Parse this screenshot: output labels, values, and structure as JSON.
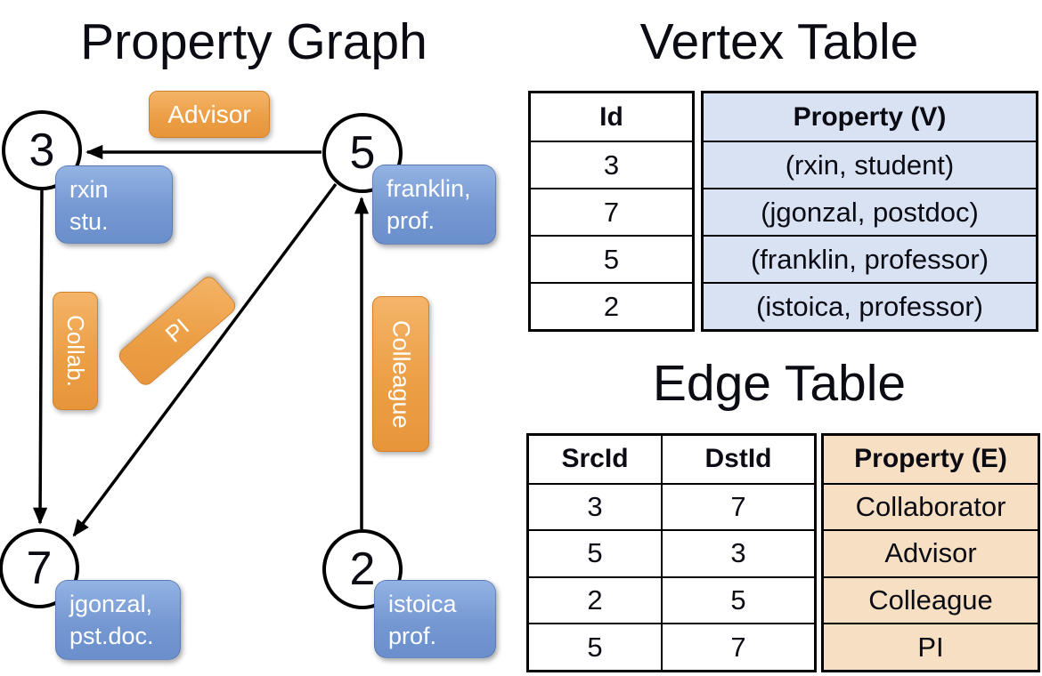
{
  "slide": {
    "graph_title": "Property Graph",
    "vertex_table_title": "Vertex Table",
    "edge_table_title": "Edge Table"
  },
  "graph": {
    "nodes": [
      {
        "id": "3",
        "property": [
          "rxin",
          "stu."
        ]
      },
      {
        "id": "5",
        "property": [
          "franklin,",
          "prof."
        ]
      },
      {
        "id": "7",
        "property": [
          "jgonzal,",
          "pst.doc."
        ]
      },
      {
        "id": "2",
        "property": [
          "istoica",
          "prof."
        ]
      }
    ],
    "edges": [
      {
        "label": "Advisor",
        "src": "5",
        "dst": "3"
      },
      {
        "label": "Collab.",
        "src": "3",
        "dst": "7"
      },
      {
        "label": "PI",
        "src": "5",
        "dst": "7"
      },
      {
        "label": "Colleague",
        "src": "2",
        "dst": "5"
      }
    ]
  },
  "vertex_table": {
    "headers": [
      "Id",
      "Property (V)"
    ],
    "rows": [
      [
        "3",
        "(rxin, student)"
      ],
      [
        "7",
        "(jgonzal, postdoc)"
      ],
      [
        "5",
        "(franklin, professor)"
      ],
      [
        "2",
        "(istoica, professor)"
      ]
    ]
  },
  "edge_table": {
    "headers": [
      "SrcId",
      "DstId",
      "Property (E)"
    ],
    "rows": [
      [
        "3",
        "7",
        "Collaborator"
      ],
      [
        "5",
        "3",
        "Advisor"
      ],
      [
        "2",
        "5",
        "Colleague"
      ],
      [
        "5",
        "7",
        "PI"
      ]
    ]
  },
  "colors": {
    "edge_label_orange": "#ec9f45",
    "vertex_callout_blue": "#7598d2",
    "vertex_table_fill": "#d9e2f3",
    "edge_table_fill": "#f6dfc3",
    "line": "#000000"
  }
}
